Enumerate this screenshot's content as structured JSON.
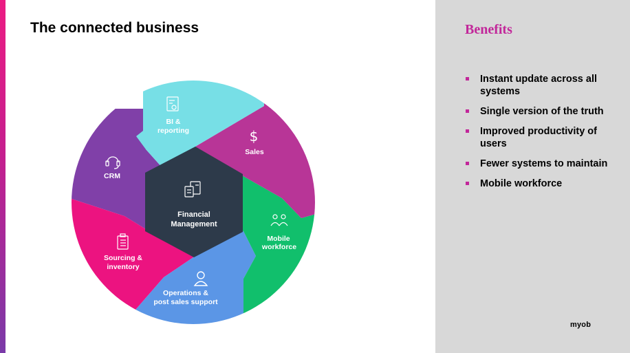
{
  "slide": {
    "title": "The connected business",
    "logo": "myob"
  },
  "diagram": {
    "center": {
      "line1": "Financial",
      "line2": "Management",
      "icon": "documents-icon",
      "color": "#2d3a4a"
    },
    "segments": [
      {
        "key": "bi",
        "line1": "BI &",
        "line2": "reporting",
        "icon": "report-icon",
        "color": "#77dfe6"
      },
      {
        "key": "sales",
        "line1": "Sales",
        "line2": "",
        "icon": "dollar-icon",
        "color": "#b83597"
      },
      {
        "key": "mobile",
        "line1": "Mobile",
        "line2": "workforce",
        "icon": "people-icon",
        "color": "#11bf6c"
      },
      {
        "key": "operations",
        "line1": "Operations &",
        "line2": "post sales support",
        "icon": "person-icon",
        "color": "#5b96e6"
      },
      {
        "key": "sourcing",
        "line1": "Sourcing &",
        "line2": "inventory",
        "icon": "clipboard-icon",
        "color": "#ec1380"
      },
      {
        "key": "crm",
        "line1": "CRM",
        "line2": "",
        "icon": "headset-icon",
        "color": "#8040a8"
      }
    ]
  },
  "benefits": {
    "title": "Benefits",
    "items": [
      "Instant update across all systems",
      "Single version of the truth",
      "Improved productivity of users",
      "Fewer systems to maintain",
      "Mobile workforce"
    ],
    "bullet_color": "#c2279a"
  }
}
